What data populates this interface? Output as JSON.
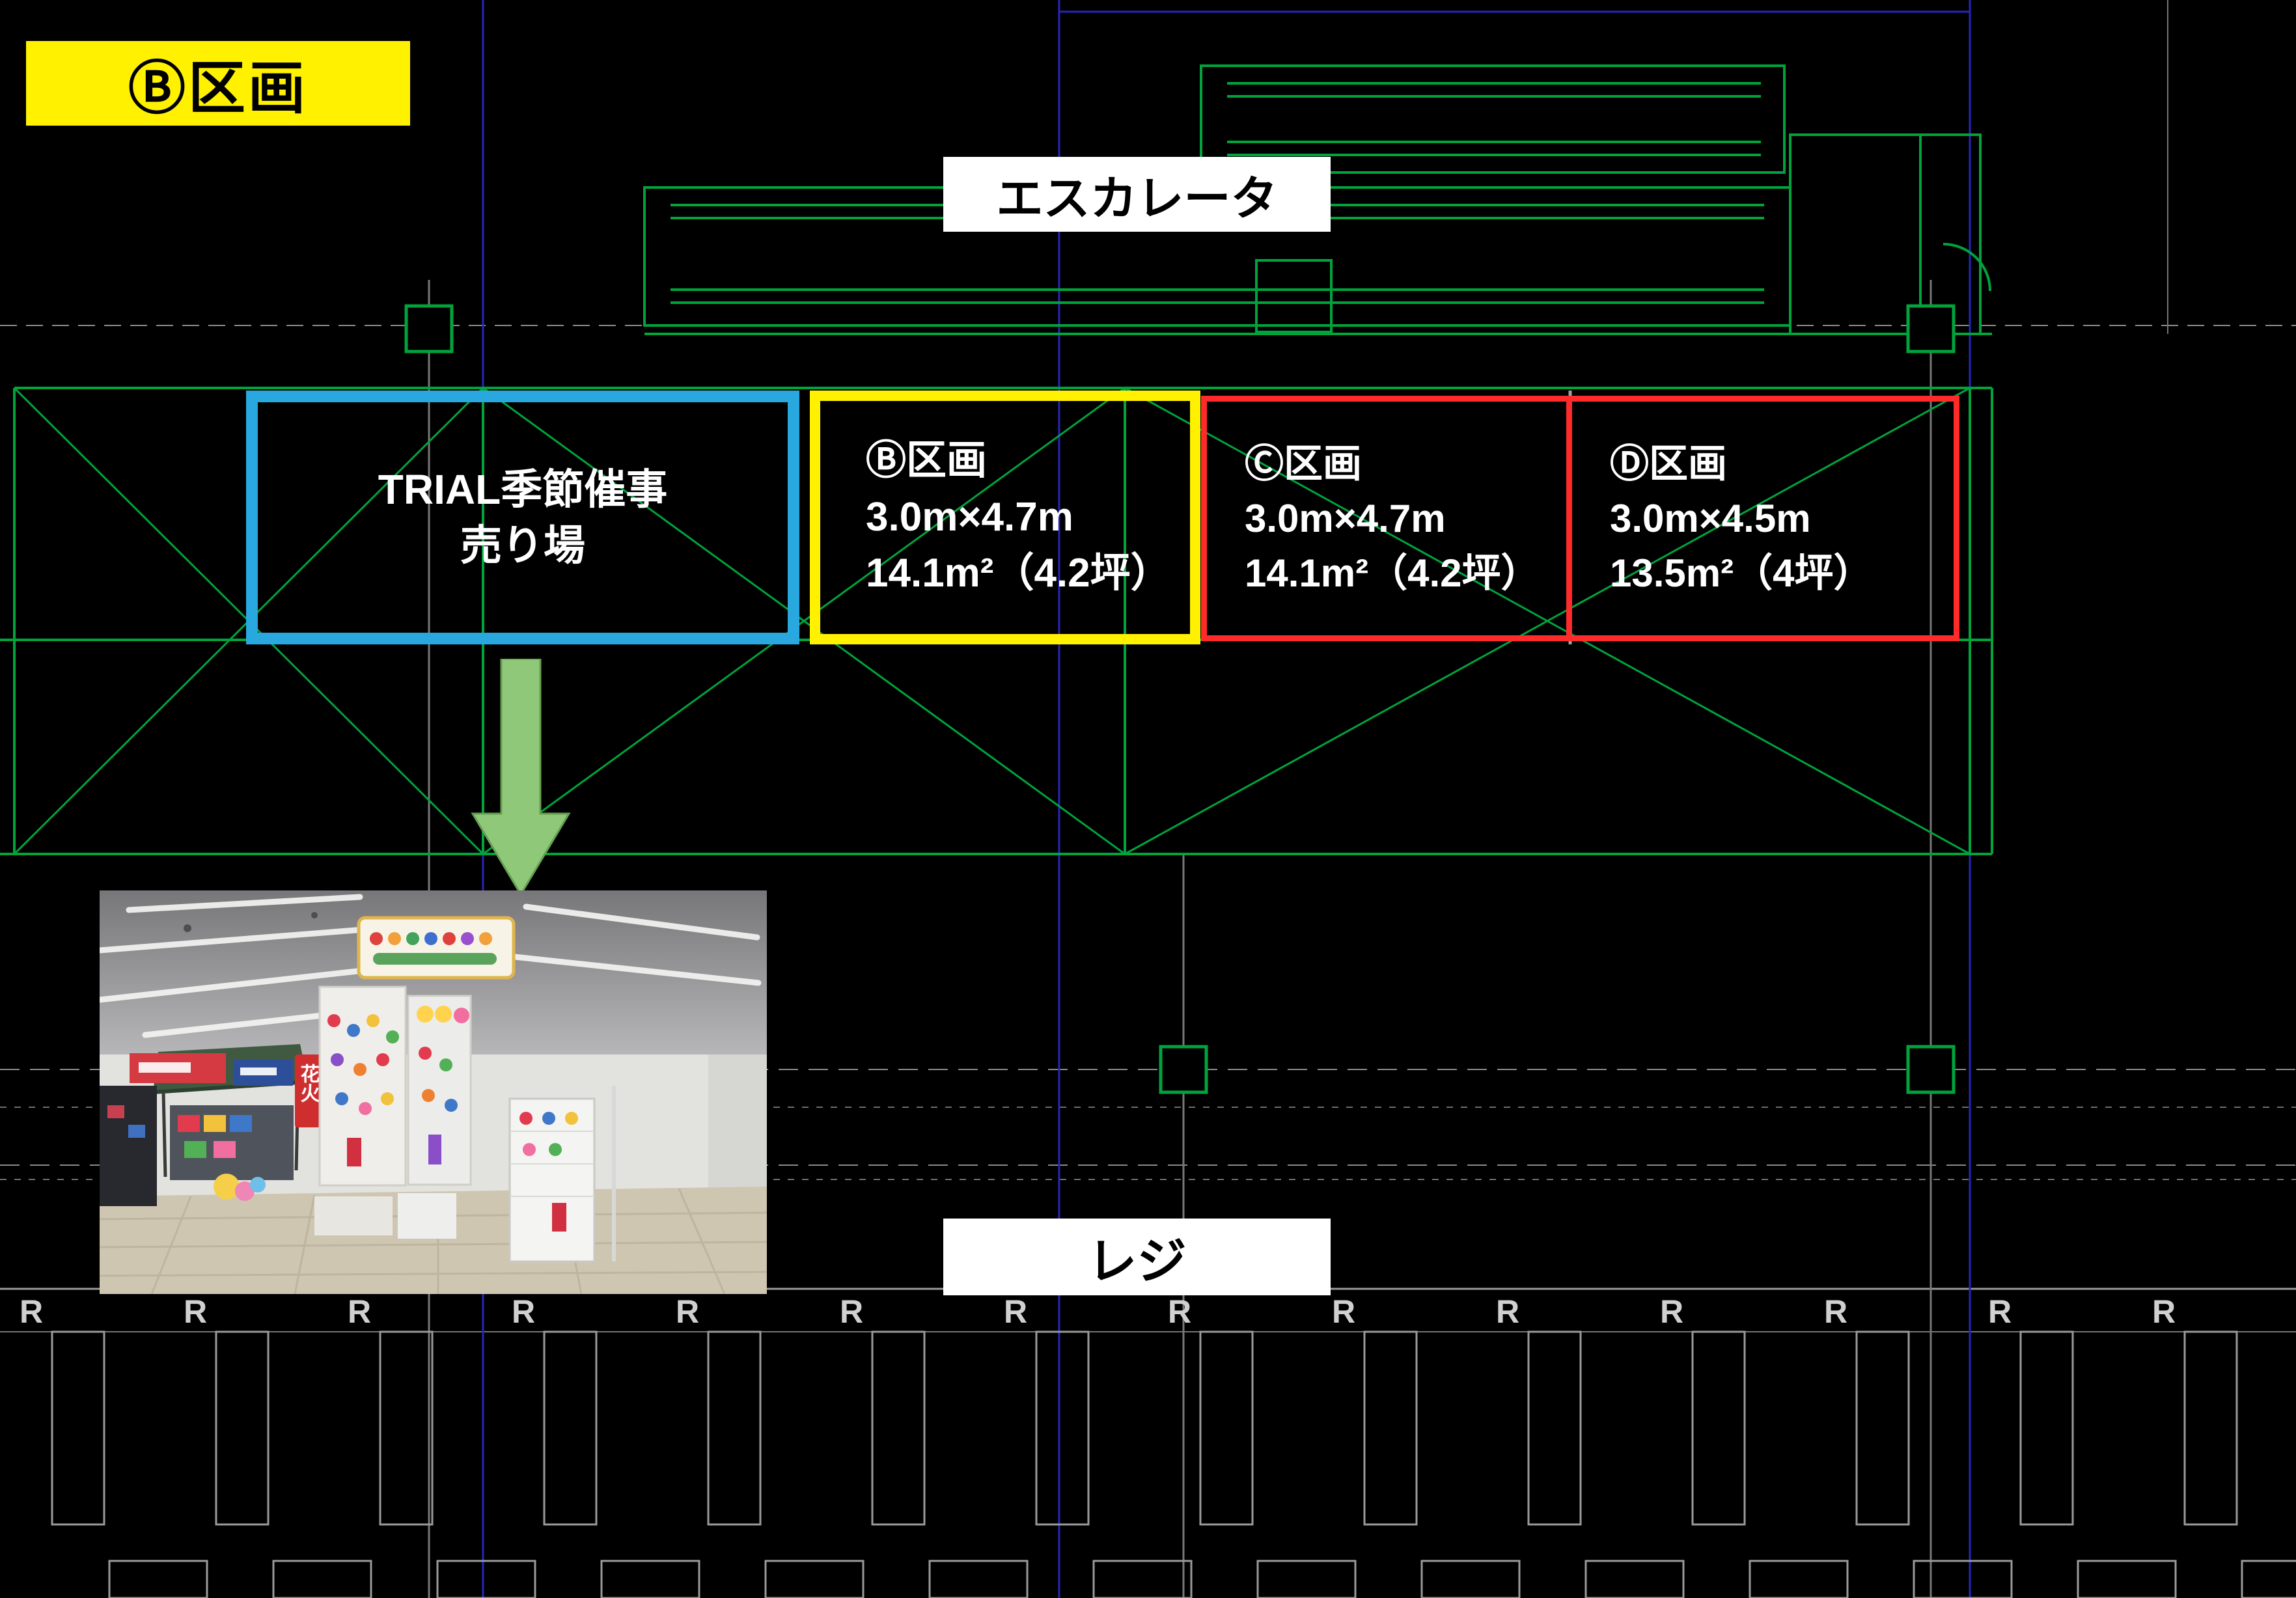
{
  "header": {
    "section_label": "Ⓑ区画"
  },
  "labels": {
    "escalator": "エスカレータ",
    "register": "レジ"
  },
  "zones": {
    "trial": {
      "line1": "TRIAL季節催事",
      "line2": "売り場"
    },
    "b": {
      "name": "Ⓑ区画",
      "size": "3.0m×4.7m",
      "area": "14.1m²（4.2坪）"
    },
    "c": {
      "name": "Ⓒ区画",
      "size": "3.0m×4.7m",
      "area": "14.1m²（4.2坪）"
    },
    "d": {
      "name": "Ⓓ区画",
      "size": "3.0m×4.5m",
      "area": "13.5m²（4坪）"
    }
  },
  "photo": {
    "banner": "花火"
  },
  "registers": {
    "stall_label": "R"
  },
  "colors": {
    "background": "#000000",
    "cad_green": "#00A33C",
    "cad_blue": "#2626BF",
    "cad_gray": "#8B8B8B",
    "zone_trial_border": "#29A8E0",
    "zone_b_border": "#FFF100",
    "zone_cd_border": "#FF2A2A",
    "tag_yellow": "#FFF100",
    "arrow_green": "#8FC879",
    "zone_text": "#FFFFFF"
  }
}
